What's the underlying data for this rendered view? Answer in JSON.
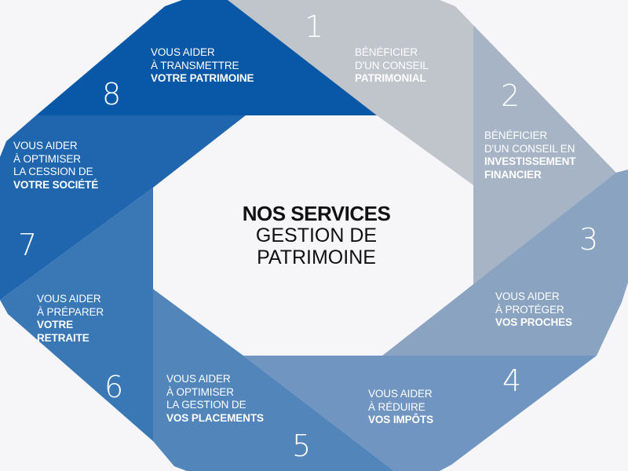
{
  "center": {
    "title": "NOS SERVICES",
    "subtitle_1": "GESTION DE",
    "subtitle_2": "PATRIMOINE"
  },
  "colors": {
    "background": "#f6f6f9",
    "segment_1": "#c0c4cb",
    "segment_2": "#a6b4c6",
    "segment_3": "#8aa3c1",
    "segment_4": "#6f95c0",
    "segment_5": "#5286bb",
    "segment_6": "#3977b5",
    "segment_7": "#1f66ae",
    "segment_8": "#0858a7"
  },
  "segments": [
    {
      "number": "1",
      "lines": [
        "BÉNÉFICIER",
        "D'UN CONSEIL",
        "PATRIMONIAL"
      ]
    },
    {
      "number": "2",
      "lines": [
        "BÉNÉFICIER",
        "D'UN CONSEIL EN",
        "INVESTISSEMENT",
        "FINANCIER"
      ]
    },
    {
      "number": "3",
      "lines": [
        "VOUS AIDER",
        "À PROTÉGER",
        "VOS PROCHES"
      ]
    },
    {
      "number": "4",
      "lines": [
        "VOUS AIDER",
        "À RÉDUIRE",
        "VOS IMPÔTS"
      ]
    },
    {
      "number": "5",
      "lines": [
        "VOUS AIDER",
        "À OPTIMISER",
        "LA GESTION DE",
        "VOS PLACEMENTS"
      ]
    },
    {
      "number": "6",
      "lines": [
        "VOUS AIDER",
        "À PRÉPARER",
        "VOTRE",
        "RETRAITE"
      ]
    },
    {
      "number": "7",
      "lines": [
        "VOUS AIDER",
        "À OPTIMISER",
        "LA CESSION DE",
        "VOTRE SOCIÉTÉ"
      ]
    },
    {
      "number": "8",
      "lines": [
        "VOUS AIDER",
        "À TRANSMETTRE",
        "VOTRE PATRIMOINE"
      ]
    }
  ]
}
